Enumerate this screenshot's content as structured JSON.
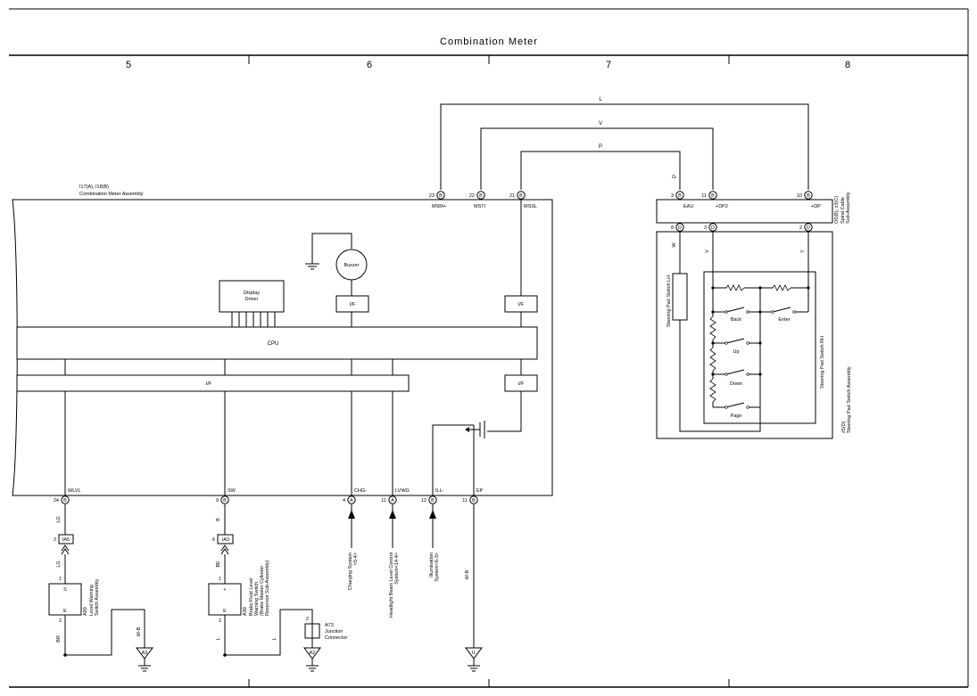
{
  "header": {
    "title": "Combination Meter",
    "columns": [
      "5",
      "6",
      "7",
      "8"
    ]
  },
  "meter": {
    "ref": "I17(A), I18(B)",
    "name": "Combination Meter Assembly",
    "cpu": "CPU",
    "if_label": "I/F",
    "buzzer": "Buzzer",
    "display_driver": [
      "Display",
      "Driver"
    ],
    "top_pins": [
      {
        "num": "23",
        "conn": "B",
        "name": "MSM+",
        "wire": "L"
      },
      {
        "num": "22",
        "conn": "B",
        "name": "MSTI",
        "wire": "V"
      },
      {
        "num": "21",
        "conn": "B",
        "name": "MSSL",
        "wire": "P"
      }
    ],
    "bottom_pins": [
      {
        "num": "24",
        "conn": "B",
        "name": "WLVL"
      },
      {
        "num": "9",
        "conn": "B",
        "name": "SW"
      },
      {
        "num": "4",
        "conn": "A",
        "name": "CHG-"
      },
      {
        "num": "11",
        "conn": "A",
        "name": "LVWG"
      },
      {
        "num": "12",
        "conn": "B",
        "name": "ILL-"
      },
      {
        "num": "11",
        "conn": "B",
        "name": "EP"
      }
    ]
  },
  "spiral": {
    "ref": "O5(B), z3(C)",
    "name": [
      "Spiral Cable",
      "Sub-Assembly"
    ],
    "top_pins": [
      {
        "num": "3",
        "conn": "B",
        "name": "EAU"
      },
      {
        "num": "11",
        "conn": "B",
        "name": "+DP2"
      },
      {
        "num": "10",
        "conn": "B",
        "name": "+DP"
      }
    ],
    "bottom_pins": [
      {
        "num": "8",
        "conn": "D"
      },
      {
        "num": "3",
        "conn": "D"
      },
      {
        "num": "2",
        "conn": "D"
      }
    ],
    "bottom_wires": [
      "W",
      "V",
      "Y"
    ]
  },
  "steering": {
    "ref": "z5(D)",
    "name": "Steering Pad Switch Assembly",
    "lh": "Steering Pad Switch LH",
    "rh": "Steering Pad Switch RH",
    "buttons": [
      "Back",
      "Enter",
      "Up",
      "Down",
      "Page"
    ]
  },
  "level_switch": {
    "ref": "A90",
    "name": [
      "Level Warning",
      "Switch Assembly"
    ],
    "pin_top": "1",
    "pin_top_label": "S",
    "pin_bot": "2",
    "pin_bot_label": "E",
    "wire_top": "LG",
    "wire_bot": "BR",
    "conn_pin": "2",
    "conn": "IA5",
    "wire_out": "W-B",
    "ground": "A3"
  },
  "brake_switch": {
    "ref": "A30",
    "name": [
      "Brake Fluid Level",
      "Warning Switch",
      "(Brake Master Cylinder",
      "Reservoir Sub-Assembly)"
    ],
    "pin_top": "1",
    "pin_top_label": "+",
    "pin_bot": "2",
    "pin_bot_label": "E",
    "wire_top": "BE",
    "wire_bot": "L",
    "conn_pin": "6",
    "conn": "IA3",
    "ground": "A2"
  },
  "junction": {
    "ref": "A73",
    "name": [
      "Junction",
      "Connector"
    ],
    "pin": "2",
    "wire": "L"
  },
  "wires": {
    "wlvl": "LG",
    "sw": "B",
    "ep": "W-B"
  },
  "refs": {
    "charging": [
      "Charging System",
      "<5-4>"
    ],
    "headlight": [
      "Headlight Beam Level Control",
      "System<14-4>"
    ],
    "illumination": [
      "Illumination",
      "System<6-3>"
    ]
  },
  "ground_i1": "I1"
}
